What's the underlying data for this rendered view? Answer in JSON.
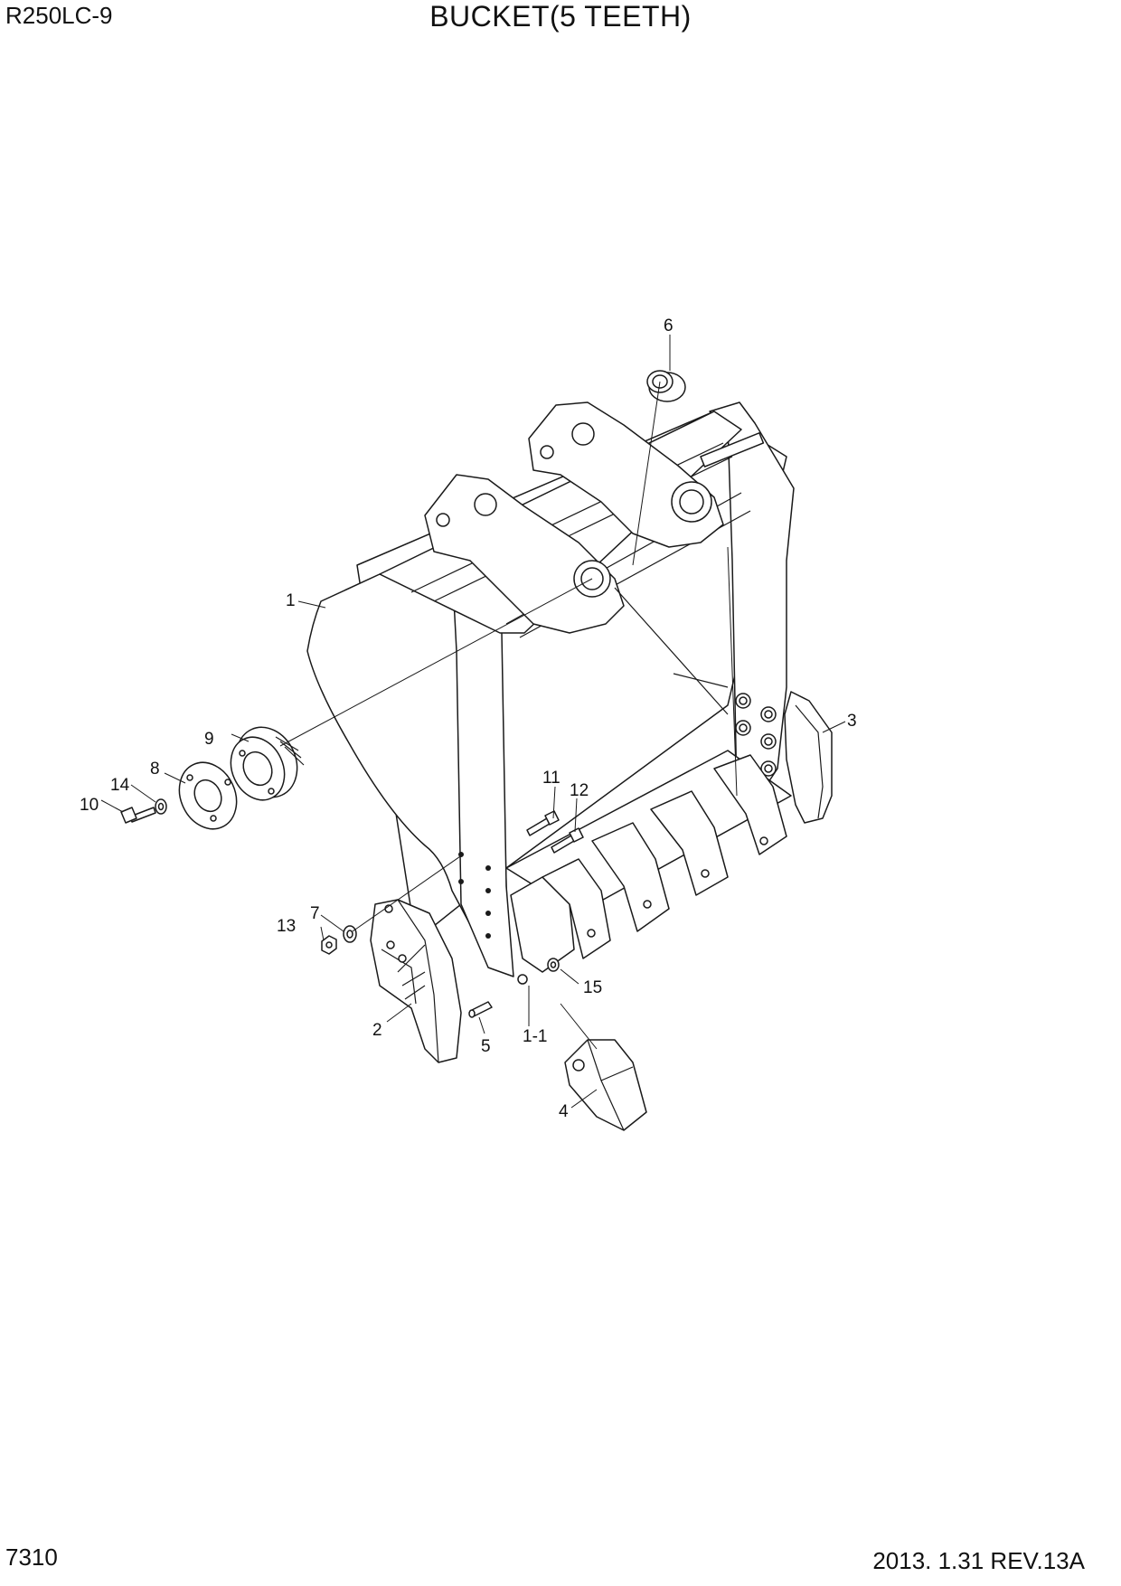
{
  "header": {
    "model": "R250LC-9",
    "title": "BUCKET(5 TEETH)"
  },
  "footer": {
    "page_number": "7310",
    "date_revision": "2013. 1.31  REV.13A"
  },
  "callouts": {
    "c1": "1",
    "c1_1": "1-1",
    "c2": "2",
    "c3": "3",
    "c4": "4",
    "c5": "5",
    "c6": "6",
    "c7": "7",
    "c8": "8",
    "c9": "9",
    "c10": "10",
    "c11": "11",
    "c12": "12",
    "c13": "13",
    "c14": "14",
    "c15": "15"
  }
}
